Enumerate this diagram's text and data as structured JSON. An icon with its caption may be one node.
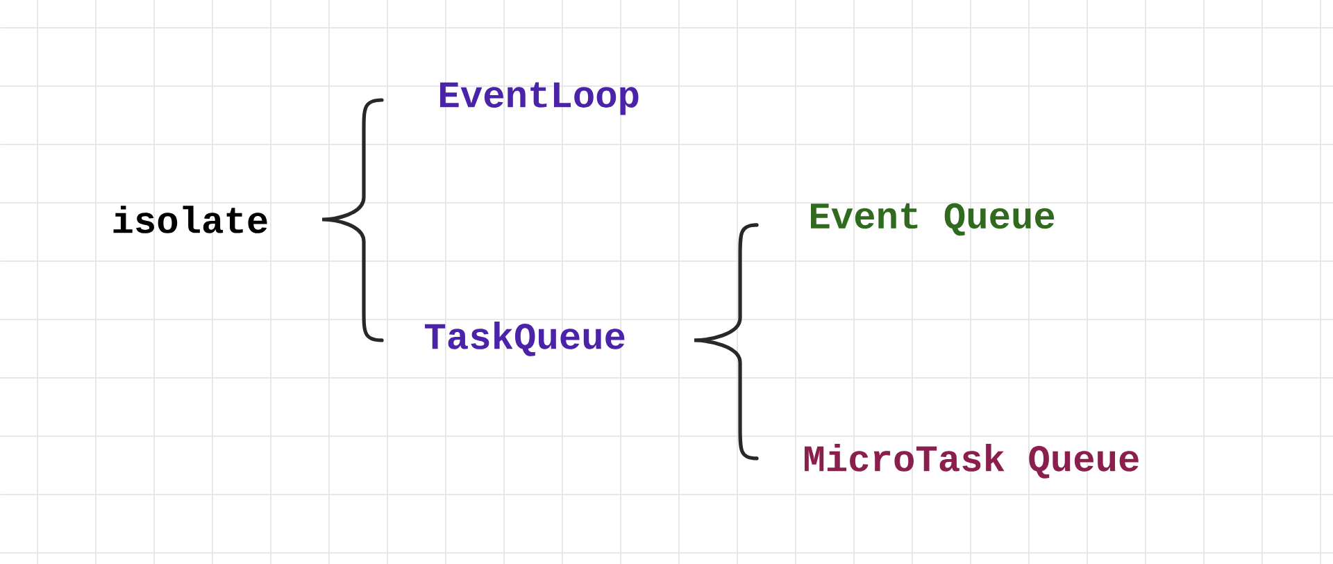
{
  "diagram": {
    "labels": [
      "isolate",
      "EventLoop",
      "TaskQueue",
      "Event Queue",
      "MicroTask Queue"
    ]
  }
}
